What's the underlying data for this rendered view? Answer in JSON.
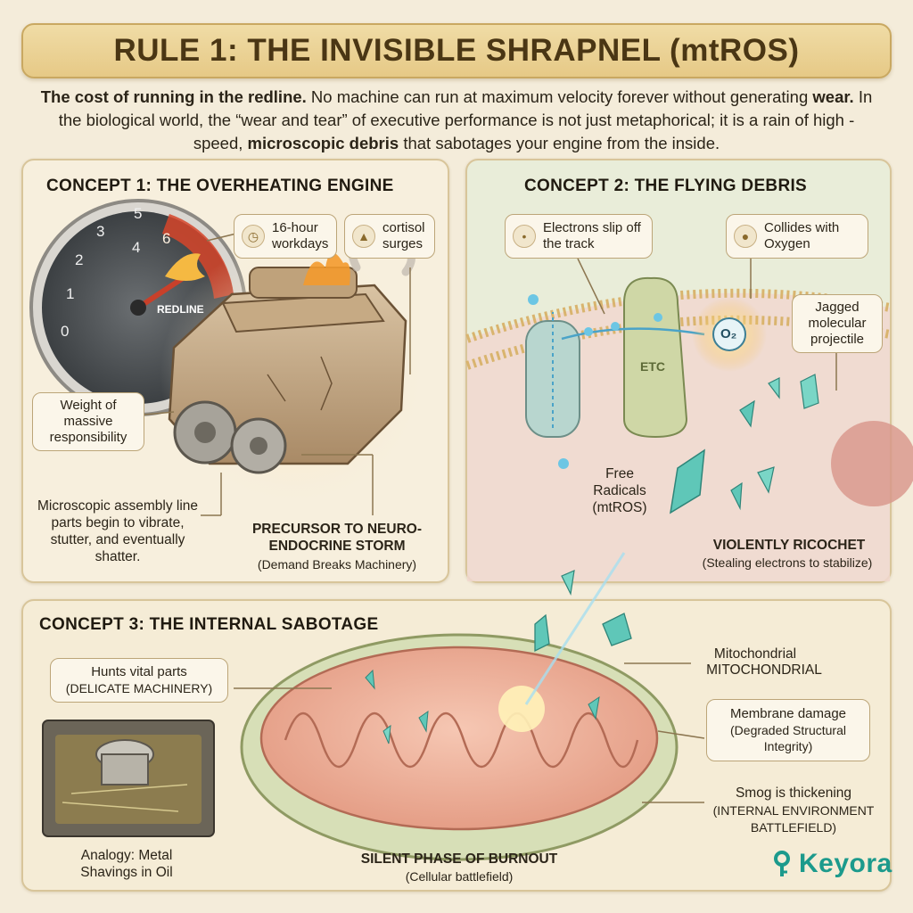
{
  "header": {
    "title": "RULE 1: THE INVISIBLE SHRAPNEL (mtROS)"
  },
  "intro": {
    "bold1": "The cost of running in the redline.",
    "text1": " No machine can run at maximum velocity forever without generating ",
    "bold2": "wear.",
    "text2": " In the biological world, the “wear and tear” of executive performance is not just metaphorical; it is a rain of high - speed, ",
    "bold3": "microscopic debris",
    "text3": " that sabotages your engine from the inside."
  },
  "concept1": {
    "title": "CONCEPT 1: THE OVERHEATING ENGINE",
    "gauge_numbers": [
      "0",
      "1",
      "2",
      "3",
      "4",
      "5",
      "6"
    ],
    "gauge_label": "REDLINE",
    "callout_workdays": "16-hour workdays",
    "callout_cortisol": "cortisol surges",
    "callout_weight": "Weight of massive responsibility",
    "assembly_text": "Microscopic assembly line parts begin to vibrate, stutter, and eventually shatter.",
    "precursor_title": "PRECURSOR TO NEURO-ENDOCRINE STORM",
    "precursor_sub": "(Demand Breaks Machinery)"
  },
  "concept2": {
    "title": "CONCEPT 2: THE FLYING DEBRIS",
    "callout_electrons": "Electrons slip off the track",
    "callout_oxygen": "Collides with Oxygen",
    "callout_jagged": "Jagged molecular projectile",
    "etc_label": "ETC",
    "o2_label": "O₂",
    "free_radicals": "Free Radicals (mtROS)",
    "ricochet_title": "VIOLENTLY RICOCHET",
    "ricochet_sub": "(Stealing electrons to stabilize)"
  },
  "concept3": {
    "title": "CONCEPT 3: THE INTERNAL SABOTAGE",
    "callout_hunts": "Hunts vital parts",
    "callout_hunts_sub": "(DELICATE MACHINERY)",
    "mito_label_1": "Mitochondrial",
    "mito_label_2": "MITOCHONDRIAL",
    "membrane_title": "Membrane damage",
    "membrane_sub": "(Degraded Structural Integrity)",
    "smog_title": "Smog is thickening",
    "smog_sub": "(INTERNAL ENVIRONMENT BATTLEFIELD)",
    "analogy": "Analogy: Metal Shavings in Oil",
    "silent_title": "SILENT PHASE OF BURNOUT",
    "silent_sub": "(Cellular battlefield)"
  },
  "brand": {
    "name": "Keyora",
    "color": "#1c9a8c"
  },
  "colors": {
    "banner": "#e6c986",
    "redline": "#d6452a",
    "crystal": "#5fc7b8",
    "mito": "#e9a48f"
  }
}
